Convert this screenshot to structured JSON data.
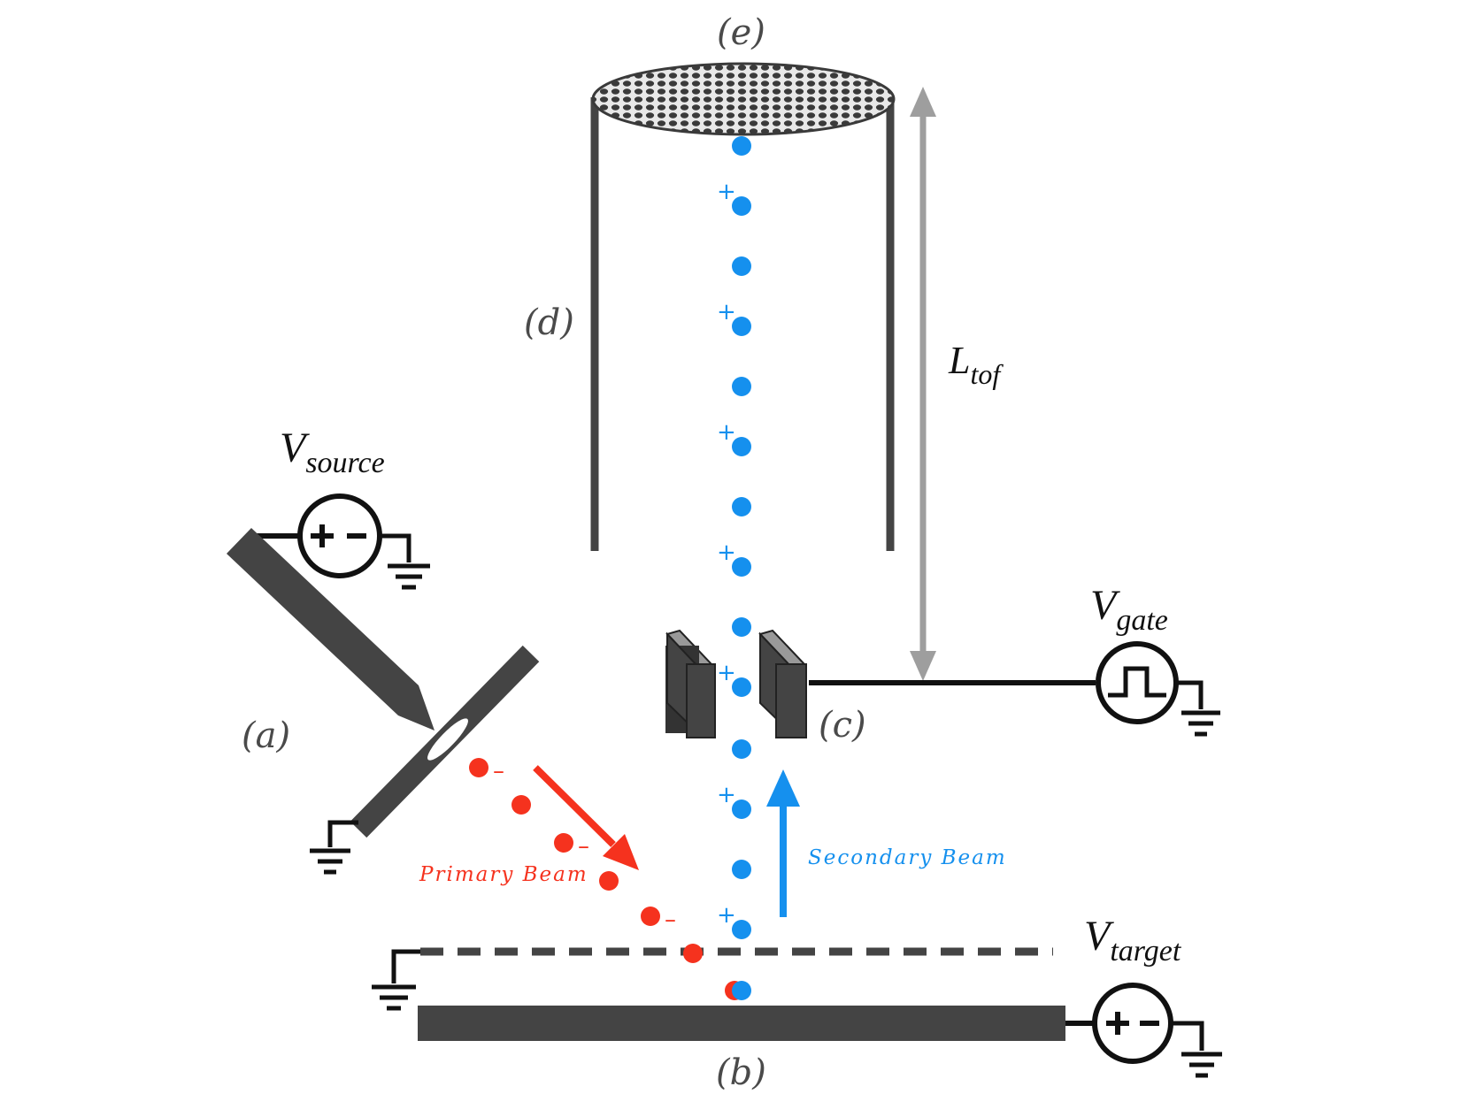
{
  "labels": {
    "a": "(a)",
    "b": "(b)",
    "c": "(c)",
    "d": "(d)",
    "e": "(e)"
  },
  "voltages": {
    "source": {
      "base": "V",
      "sub": "source"
    },
    "gate": {
      "base": "V",
      "sub": "gate"
    },
    "target": {
      "base": "V",
      "sub": "target"
    }
  },
  "length": {
    "base": "L",
    "sub": "tof"
  },
  "beams": {
    "primary": "Primary Beam",
    "secondary": "Secondary Beam"
  },
  "signs": {
    "positive": "+",
    "negative": "–"
  },
  "colors": {
    "primary": "#f5321e",
    "secondary": "#1590ee",
    "hardware": "#444444",
    "length_arrow": "#9e9e9e",
    "wire": "#111111"
  },
  "icons": {
    "ground": "ground-symbol-icon",
    "dc_source": "dc-voltage-source-icon",
    "pulse_source": "pulse-voltage-source-icon"
  }
}
